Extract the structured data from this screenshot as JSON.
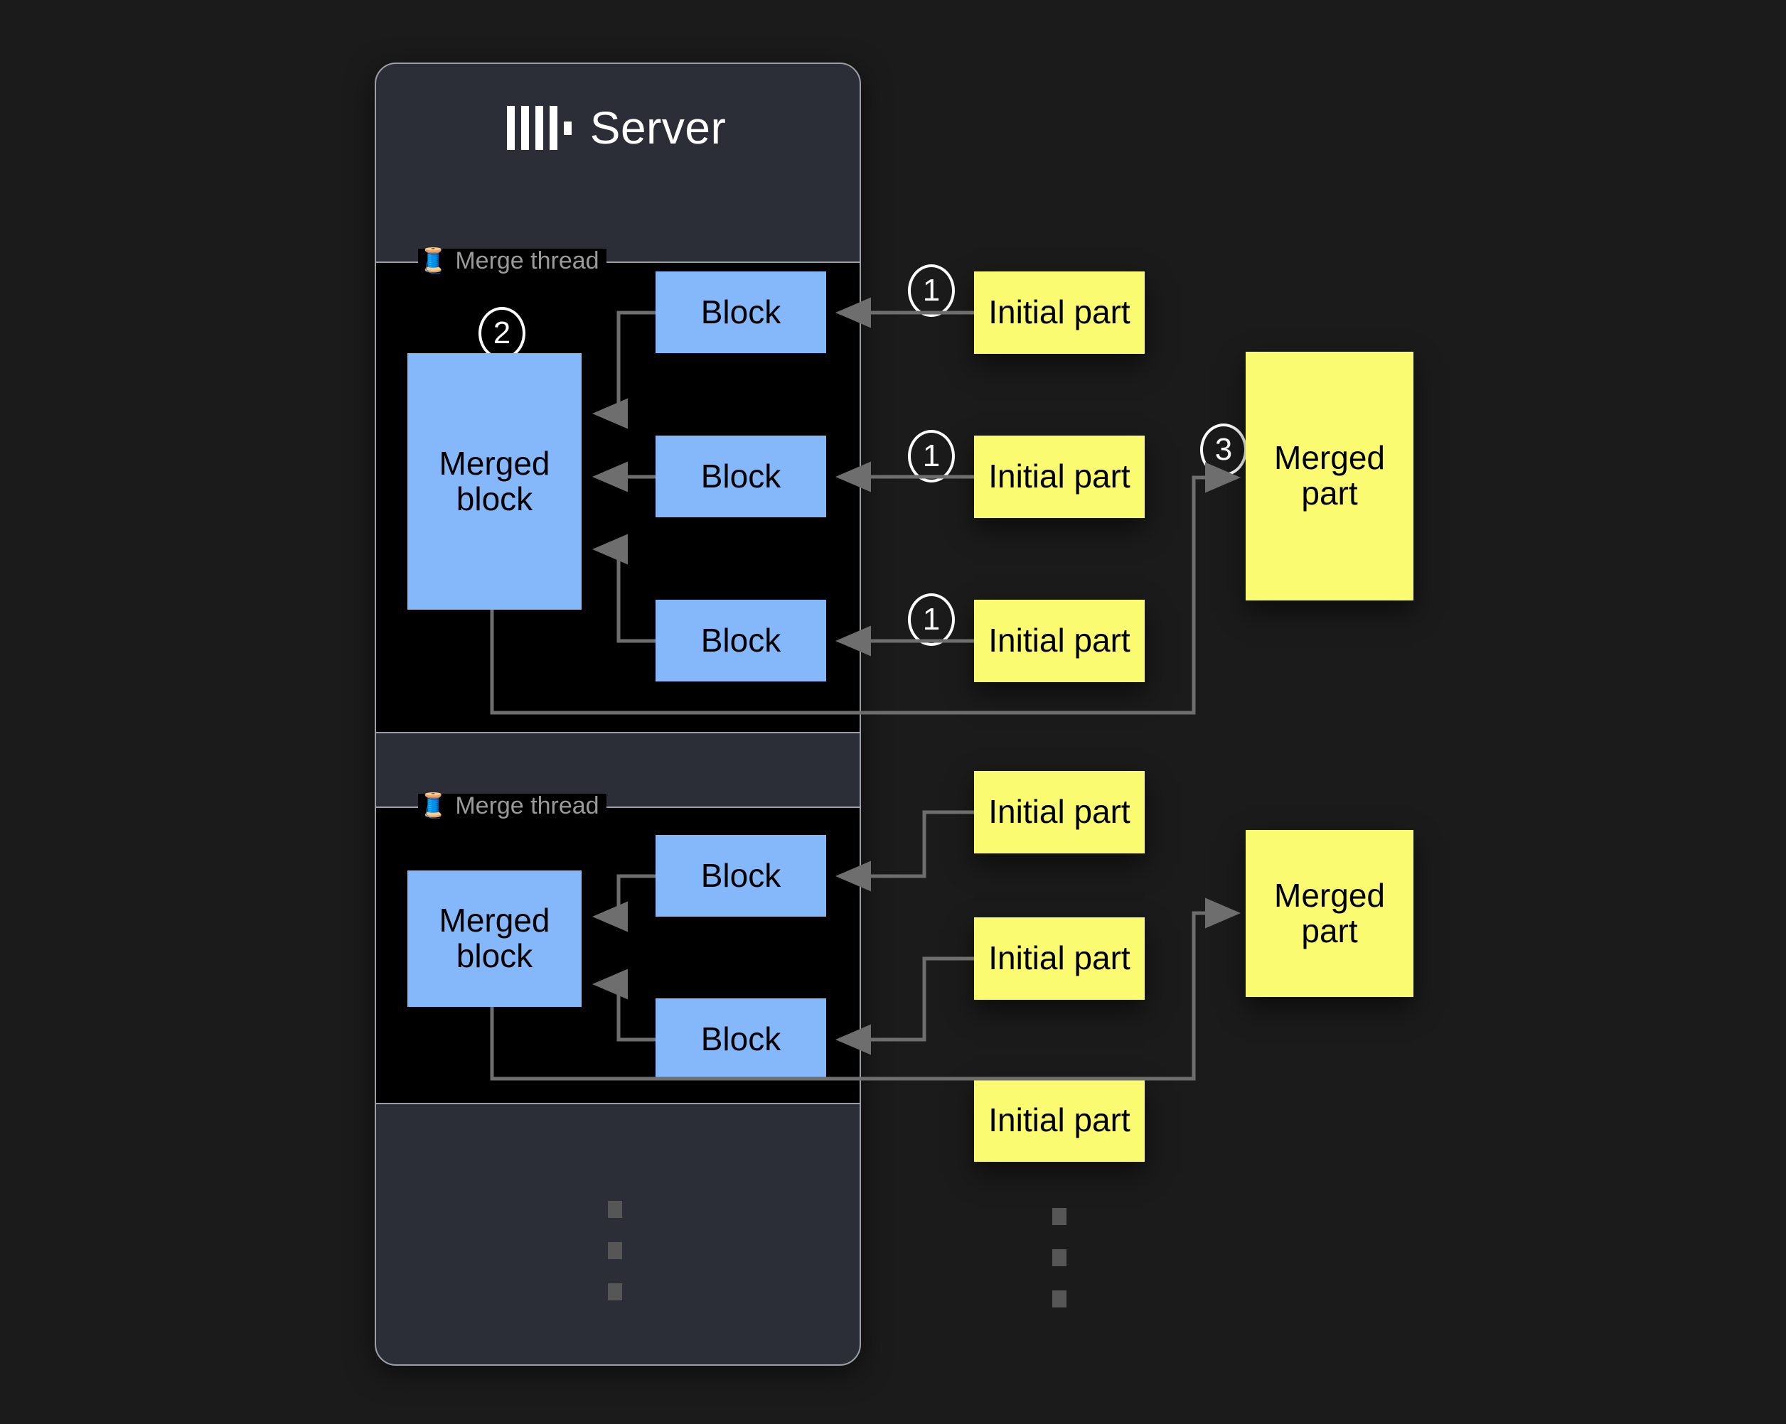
{
  "server": {
    "title": "Server",
    "logo_icon": "clickhouse-logo-icon"
  },
  "merge_threads": [
    {
      "label": "Merge thread",
      "icon": "thread-spool-icon",
      "merged_block_label": "Merged block",
      "blocks": [
        "Block",
        "Block",
        "Block"
      ],
      "step_merge": "2"
    },
    {
      "label": "Merge thread",
      "icon": "thread-spool-icon",
      "merged_block_label": "Merged block",
      "blocks": [
        "Block",
        "Block"
      ],
      "step_merge": ""
    }
  ],
  "initial_parts": {
    "label": "Initial part",
    "group_one": [
      "Initial part",
      "Initial part",
      "Initial part"
    ],
    "group_two": [
      "Initial part",
      "Initial part",
      "Initial part"
    ]
  },
  "merged_parts": [
    {
      "label": "Merged part",
      "step": "3"
    },
    {
      "label": "Merged part",
      "step": ""
    }
  ],
  "steps": {
    "read": "1",
    "merge": "2",
    "write": "3"
  },
  "ellipsis": {
    "server_dots": "3",
    "parts_dots": "3"
  },
  "colors": {
    "block_blue": "#85b7fb",
    "part_yellow": "#fbfb71",
    "panel_bg": "#2b2e36",
    "group_bg": "#000000",
    "edge_gray": "#6e6e6e",
    "label_gray": "#9a9a9a",
    "page_bg": "#1b1b1b"
  }
}
